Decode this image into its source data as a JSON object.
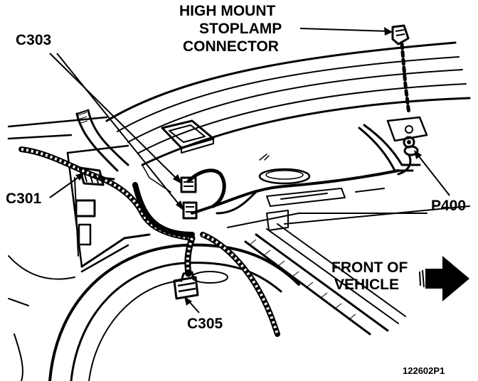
{
  "labels": {
    "stoplamp_line1": "HIGH MOUNT",
    "stoplamp_line2": "STOPLAMP",
    "stoplamp_line3": "CONNECTOR",
    "c303": "C303",
    "c301": "C301",
    "c305": "C305",
    "p400": "P400",
    "front_line1": "FRONT OF",
    "front_line2": "VEHICLE",
    "figure_id": "122602P1"
  }
}
